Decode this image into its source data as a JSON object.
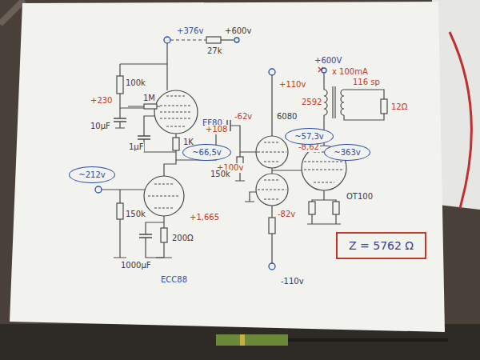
{
  "diagram": {
    "nodes": [
      {
        "text": [
          "~66,5v"
        ]
      },
      {
        "text": [
          "~57,3v"
        ]
      },
      {
        "text": [
          "~363v"
        ]
      },
      {
        "text": [
          "~212v"
        ]
      },
      {
        "text": [
          "Z = 5762 Ω"
        ]
      }
    ],
    "labels": [
      "+376v",
      "27k",
      "+600v",
      "100k",
      "+230",
      "10µF",
      "1M",
      "EF80",
      "1µF",
      "1K",
      "+108",
      "+100v",
      "150k",
      "+1,665",
      "200Ω",
      "1000µF",
      "ECC88",
      "+110v",
      "6080",
      "-62v",
      "150k",
      "-8,62",
      "-82v",
      "-110v",
      "+600V",
      "x 100mA",
      "2592",
      "116 sp",
      "12Ω",
      "OT100"
    ]
  }
}
